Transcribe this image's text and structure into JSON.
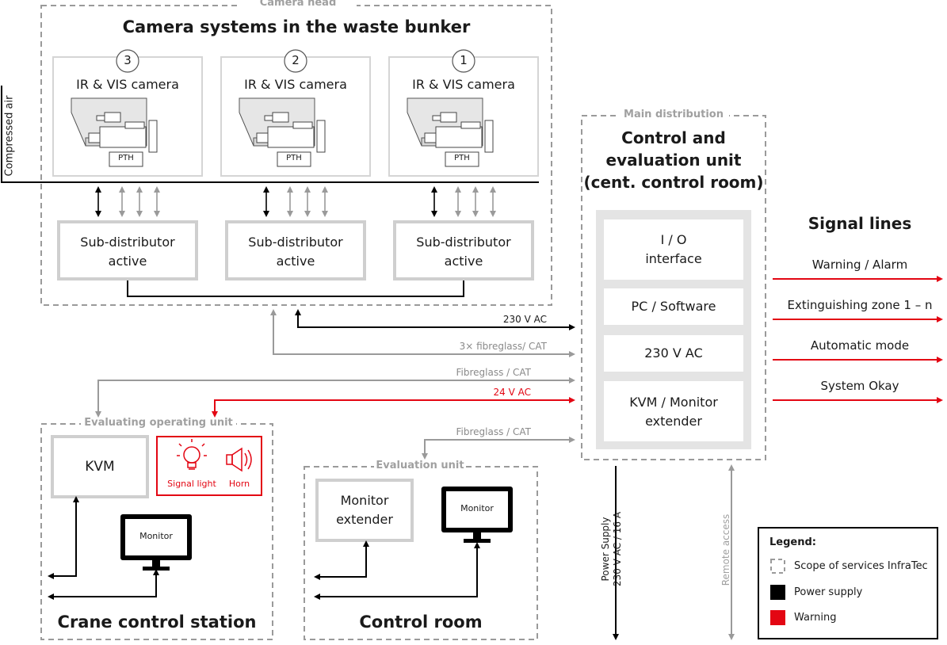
{
  "camera_head": {
    "scope_label": "Camera head",
    "title": "Camera systems in the waste bunker",
    "compressed_air": "Compressed air",
    "cameras": [
      {
        "number": "3",
        "label": "IR & VIS camera",
        "pth": "PTH"
      },
      {
        "number": "2",
        "label": "IR & VIS camera",
        "pth": "PTH"
      },
      {
        "number": "1",
        "label": "IR & VIS camera",
        "pth": "PTH"
      }
    ],
    "sub_distributors": [
      {
        "line1": "Sub-distributor",
        "line2": "active"
      },
      {
        "line1": "Sub-distributor",
        "line2": "active"
      },
      {
        "line1": "Sub-distributor",
        "line2": "active"
      }
    ]
  },
  "main_distribution": {
    "scope_label": "Main distribution",
    "title_line1": "Control and",
    "title_line2": "evaluation unit",
    "title_line3": "(cent. control room)",
    "modules": [
      {
        "line1": "I / O",
        "line2": "interface"
      },
      {
        "line1": "PC / Software",
        "line2": ""
      },
      {
        "line1": "230 V AC",
        "line2": ""
      },
      {
        "line1": "KVM / Monitor",
        "line2": "extender"
      }
    ]
  },
  "signal_lines": {
    "title": "Signal lines",
    "items": [
      "Warning / Alarm",
      "Extinguishing zone 1 – n",
      "Automatic mode",
      "System Okay"
    ]
  },
  "connections": {
    "power_230": "230 V AC",
    "fibre_3x": "3× fibreglass/ CAT",
    "fibre_1": "Fibreglass / CAT",
    "power_24": "24 V AC",
    "fibre_2": "Fibreglass / CAT",
    "power_supply_line1": "Power Supply",
    "power_supply_line2": "230 V AC / 16 A",
    "remote_access": "Remote access"
  },
  "crane_station": {
    "scope_label": "Evaluating operating unit",
    "kvm": "KVM",
    "signal_light": "Signal light",
    "horn": "Horn",
    "monitor": "Monitor",
    "title": "Crane control station"
  },
  "control_room": {
    "scope_label": "Evaluation unit",
    "monitor_extender_line1": "Monitor",
    "monitor_extender_line2": "extender",
    "monitor": "Monitor",
    "title": "Control room"
  },
  "legend": {
    "title": "Legend:",
    "items": [
      {
        "label": "Scope of services InfraTec",
        "icon": "dashed-square-icon"
      },
      {
        "label": "Power supply",
        "icon": "black-square-icon",
        "color": "#000000"
      },
      {
        "label": "Warning",
        "icon": "red-square-icon",
        "color": "#e30613"
      }
    ]
  },
  "colors": {
    "warning": "#e30613",
    "power": "#000000",
    "signal_gray": "#9a9a9a",
    "box_gray": "#cfcfcf"
  }
}
